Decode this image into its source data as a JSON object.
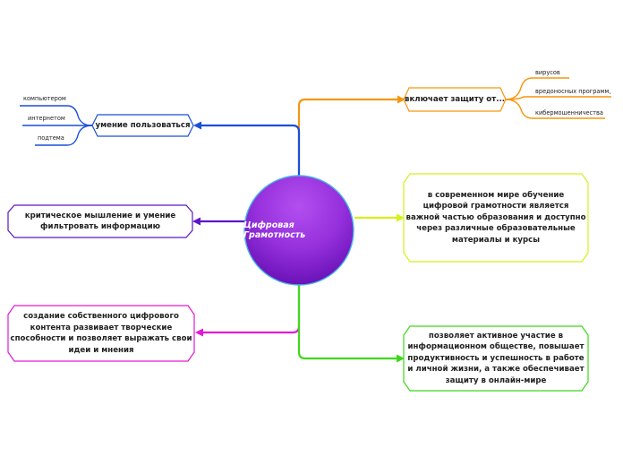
{
  "center": {
    "label": "Цифровая Грамотность",
    "color": "#8a1fcf"
  },
  "topics": {
    "protect": {
      "label": "включает защиту от...",
      "color": "#f5960f"
    },
    "use": {
      "label": "умение пользоваться",
      "color": "#1a4fd8"
    },
    "critical": {
      "label": "критическое мышление и умение\nфильтровать информацию",
      "color": "#5a16c8"
    },
    "education": {
      "label": "в современном мире обучение\nцифровой грамотности является\nважной частью образования и доступно\nчерез различные образовательные\nматериалы и курсы",
      "color": "#d8ef1a"
    },
    "create": {
      "label": "создание собственного цифрового\nконтента развивает творческие\nспособности и позволяет выражать свои\nидеи и мнения",
      "color": "#e01ad8"
    },
    "participation": {
      "label": "позволяет активное участие в\nинформационном обществе, повышает\nпродуктивность и успешность в работе\nи личной жизни, а также обеспечивает\nзащиту в онлайн-мире",
      "color": "#3fd81a"
    }
  },
  "leaves": {
    "virus": "вирусов",
    "malware": "вредоносных программ,",
    "fraud": "кибермошенничества",
    "computer": "компьютером",
    "internet": "интернетом",
    "subtopic": "подтема"
  }
}
